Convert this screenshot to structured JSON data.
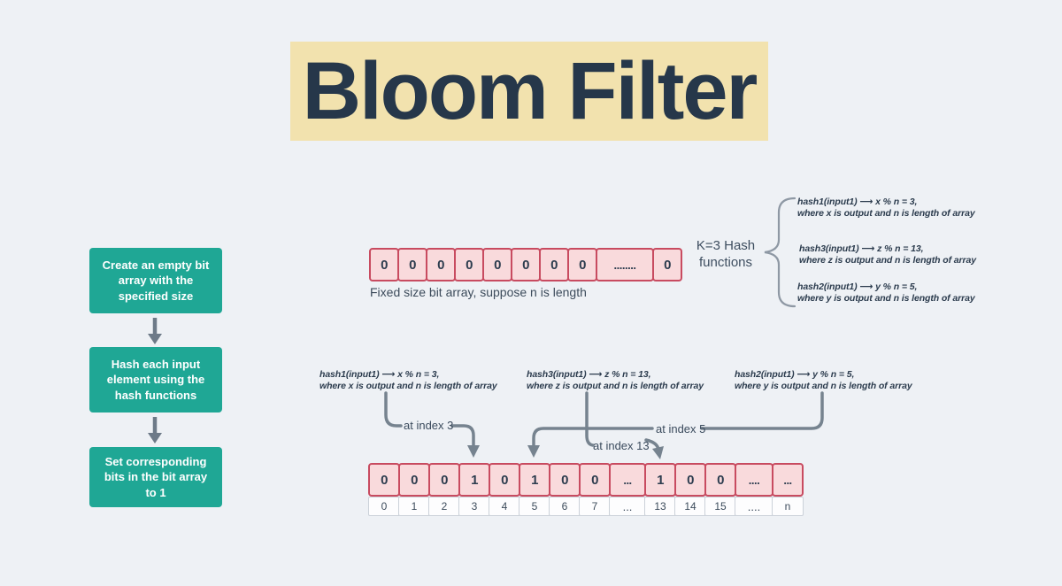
{
  "title": "Bloom Filter",
  "flow_steps": [
    {
      "label": "Create an empty bit array with the specified size"
    },
    {
      "label": "Hash each input element using the hash functions"
    },
    {
      "label": "Set corresponding bits in the bit array to 1"
    }
  ],
  "empty_bit_array": {
    "cells": [
      "0",
      "0",
      "0",
      "0",
      "0",
      "0",
      "0",
      "0",
      "........",
      "0"
    ],
    "caption": "Fixed size bit array, suppose n is length"
  },
  "hash_functions_group": {
    "label_line1": "K=3 Hash",
    "label_line2": "functions",
    "items": [
      {
        "formula": "hash1(input1) ⟶ x % n = 3,",
        "detail": "where x is output and n is length of array"
      },
      {
        "formula": "hash3(input1) ⟶ z % n = 13,",
        "detail": "where z is output and n is length of array"
      },
      {
        "formula": "hash2(input1) ⟶ y % n = 5,",
        "detail": "where y is output and n is length of array"
      }
    ]
  },
  "mapping": {
    "annotations": [
      {
        "formula": "hash1(input1) ⟶ x % n = 3,",
        "detail": "where x is output and n is length of array",
        "index_label": "at index 3"
      },
      {
        "formula": "hash3(input1) ⟶ z % n = 13,",
        "detail": "where z is output and n is length of array",
        "index_label": "at index 13"
      },
      {
        "formula": "hash2(input1) ⟶ y % n = 5,",
        "detail": "where y is output and n is length of array",
        "index_label": "at index 5"
      }
    ]
  },
  "result_bit_array": {
    "bits": [
      "0",
      "0",
      "0",
      "1",
      "0",
      "1",
      "0",
      "0",
      "...",
      "1",
      "0",
      "0",
      "....",
      "..."
    ],
    "indices": [
      "0",
      "1",
      "2",
      "3",
      "4",
      "5",
      "6",
      "7",
      "...",
      "13",
      "14",
      "15",
      "....",
      "n"
    ]
  },
  "colors": {
    "background": "#eef1f5",
    "banner": "#f2e2ae",
    "title_text": "#26374a",
    "step_box": "#1fa795",
    "step_text": "#ffffff",
    "cell_fill": "#f9dadc",
    "cell_border": "#c84b60",
    "cell_text": "#2d3d4f",
    "arrow": "#76838f",
    "index_cell_border": "#cbd1d9",
    "index_cell_fill": "#fdfdfe"
  }
}
